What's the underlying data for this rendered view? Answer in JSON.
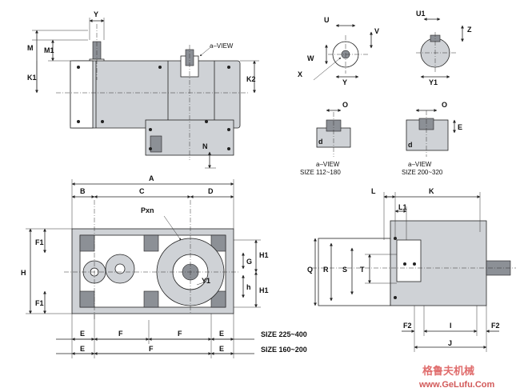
{
  "dims_top": {
    "Y": "Y",
    "M": "M",
    "M1": "M1",
    "K1": "K1",
    "K2": "K2",
    "N": "N",
    "aview": "a–VIEW"
  },
  "dims_shaft": {
    "U": "U",
    "V": "V",
    "W": "W",
    "X": "X",
    "Y": "Y",
    "U1": "U1",
    "Z": "Z",
    "Y1": "Y1"
  },
  "views": {
    "small": {
      "O": "O",
      "d": "d",
      "title": "a–VIEW",
      "size": "SIZE  112~180"
    },
    "large": {
      "O": "O",
      "E": "E",
      "d": "d",
      "title": "a–VIEW",
      "size": "SIZE  200~320"
    }
  },
  "dims_plan": {
    "A": "A",
    "B": "B",
    "C": "C",
    "D": "D",
    "Pxn": "Pxn",
    "F1a": "F1",
    "F1b": "F1",
    "H": "H",
    "G": "G",
    "H1a": "H1",
    "H1b": "H1",
    "h": "h",
    "Y1": "Y1",
    "row1": {
      "E1": "E",
      "F1": "F",
      "F2": "F",
      "E2": "E",
      "size": "SIZE 225~400"
    },
    "row2": {
      "E1": "E",
      "F": "F",
      "E2": "E",
      "size": "SIZE 160~200"
    }
  },
  "dims_side": {
    "L": "L",
    "K": "K",
    "L1": "L1",
    "Q": "Q",
    "R": "R",
    "S": "S",
    "T": "T",
    "F2a": "F2",
    "I": "I",
    "F2b": "F2",
    "J": "J"
  },
  "watermark": {
    "cn": "格鲁夫机械",
    "url": "www.GeLufu.Com"
  }
}
